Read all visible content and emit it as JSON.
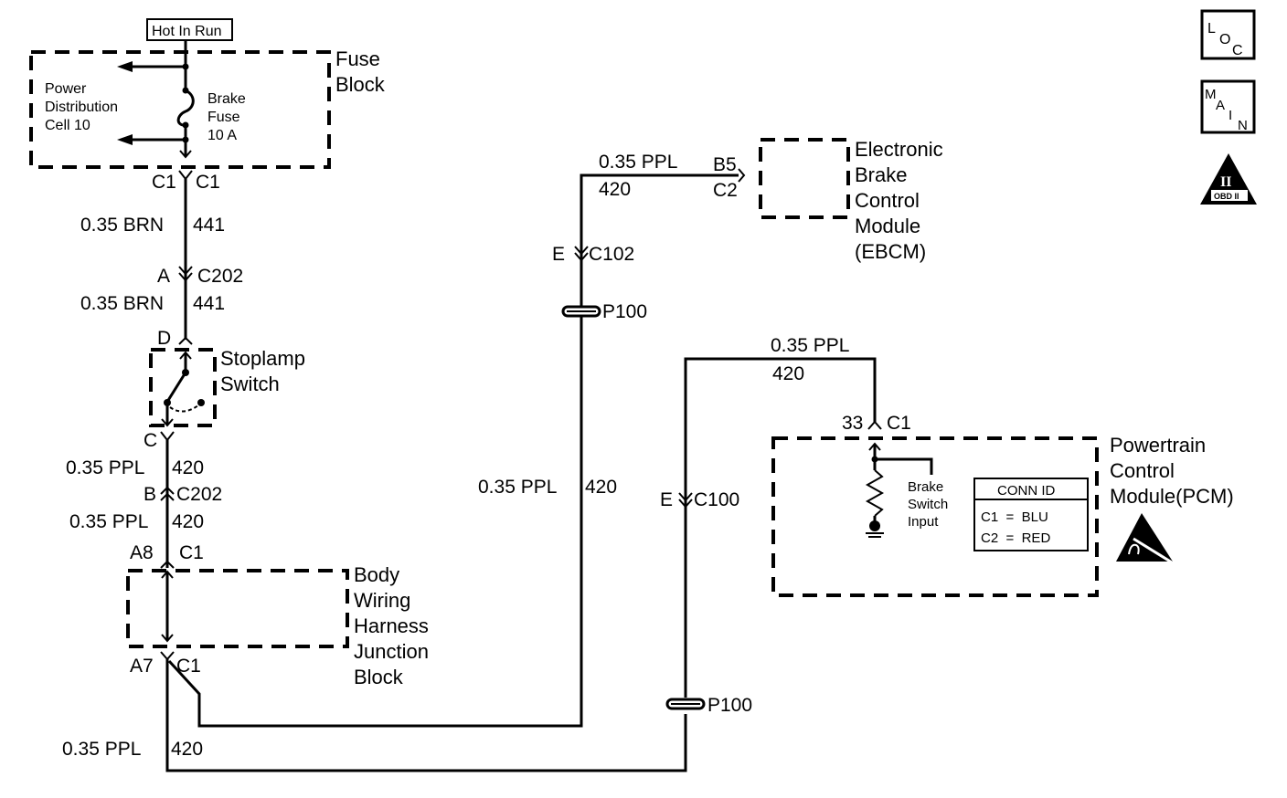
{
  "diagram": {
    "power_source": {
      "label": "Hot In Run"
    },
    "fuse_block": {
      "title_lines": [
        "Fuse",
        "Block"
      ],
      "distribution_lines": [
        "Power",
        "Distribution",
        "Cell 10"
      ],
      "fuse_lines": [
        "Brake",
        "Fuse",
        "10 A"
      ],
      "connector_left": "C1",
      "connector_right": "C1"
    },
    "wire_441_a": {
      "gauge_color": "0.35 BRN",
      "circuit": "441"
    },
    "connector_c202_a": {
      "pin": "A",
      "name": "C202"
    },
    "wire_441_b": {
      "gauge_color": "0.35 BRN",
      "circuit": "441"
    },
    "stoplamp_switch": {
      "title_lines": [
        "Stoplamp",
        "Switch"
      ],
      "pin_top": "D",
      "pin_bottom": "C"
    },
    "wire_420_a": {
      "gauge_color": "0.35 PPL",
      "circuit": "420"
    },
    "connector_c202_b": {
      "pin": "B",
      "name": "C202"
    },
    "wire_420_b": {
      "gauge_color": "0.35 PPL",
      "circuit": "420"
    },
    "junction_block": {
      "title_lines": [
        "Body",
        "Wiring",
        "Harness",
        "Junction",
        "Block"
      ],
      "pin_top": "A8",
      "conn_top": "C1",
      "pin_bottom": "A7",
      "conn_bottom": "C1"
    },
    "wire_420_bottom": {
      "gauge_color": "0.35 PPL",
      "circuit": "420"
    },
    "ebcm": {
      "title_lines": [
        "Electronic",
        "Brake",
        "Control",
        "Module",
        "(EBCM)"
      ],
      "pin": "B5",
      "connector": "C2"
    },
    "wire_420_ebcm": {
      "gauge_color": "0.35 PPL",
      "circuit": "420"
    },
    "connector_c102": {
      "pin": "E",
      "name": "C102"
    },
    "splice_p100_a": {
      "name": "P100"
    },
    "wire_420_mid": {
      "gauge_color": "0.35 PPL",
      "circuit": "420"
    },
    "connector_c100": {
      "pin": "E",
      "name": "C100"
    },
    "splice_p100_b": {
      "name": "P100"
    },
    "wire_420_pcm": {
      "gauge_color": "0.35 PPL",
      "circuit": "420"
    },
    "pcm": {
      "title_lines": [
        "Powertrain",
        "Control",
        "Module(PCM)"
      ],
      "pin": "33",
      "connector": "C1",
      "input_lines": [
        "Brake",
        "Switch",
        "Input"
      ],
      "conn_id_table": {
        "header": "CONN ID",
        "rows": [
          "C1  =  BLU",
          "C2  =  RED"
        ]
      }
    },
    "icons": {
      "loc": {
        "letters": [
          "L",
          "O",
          "C"
        ]
      },
      "main": {
        "letters": [
          "M",
          "A",
          "I",
          "N"
        ]
      },
      "obd": {
        "numeral": "II",
        "label": "OBD II"
      }
    }
  }
}
